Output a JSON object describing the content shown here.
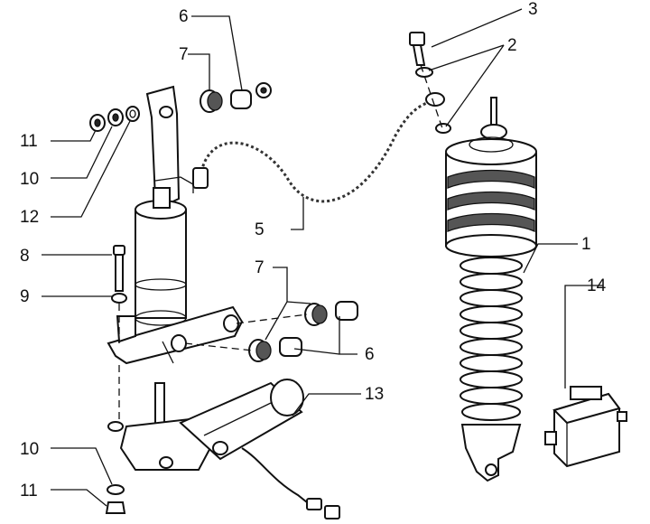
{
  "callouts": {
    "c1": "1",
    "c2": "2",
    "c3": "3",
    "c5": "5",
    "c6_top": "6",
    "c6_mid": "6",
    "c7_top": "7",
    "c7_mid": "7",
    "c8": "8",
    "c9": "9",
    "c10_left": "10",
    "c10_bottom": "10",
    "c11_left": "11",
    "c11_bottom": "11",
    "c12": "12",
    "c13": "13",
    "c14": "14"
  }
}
